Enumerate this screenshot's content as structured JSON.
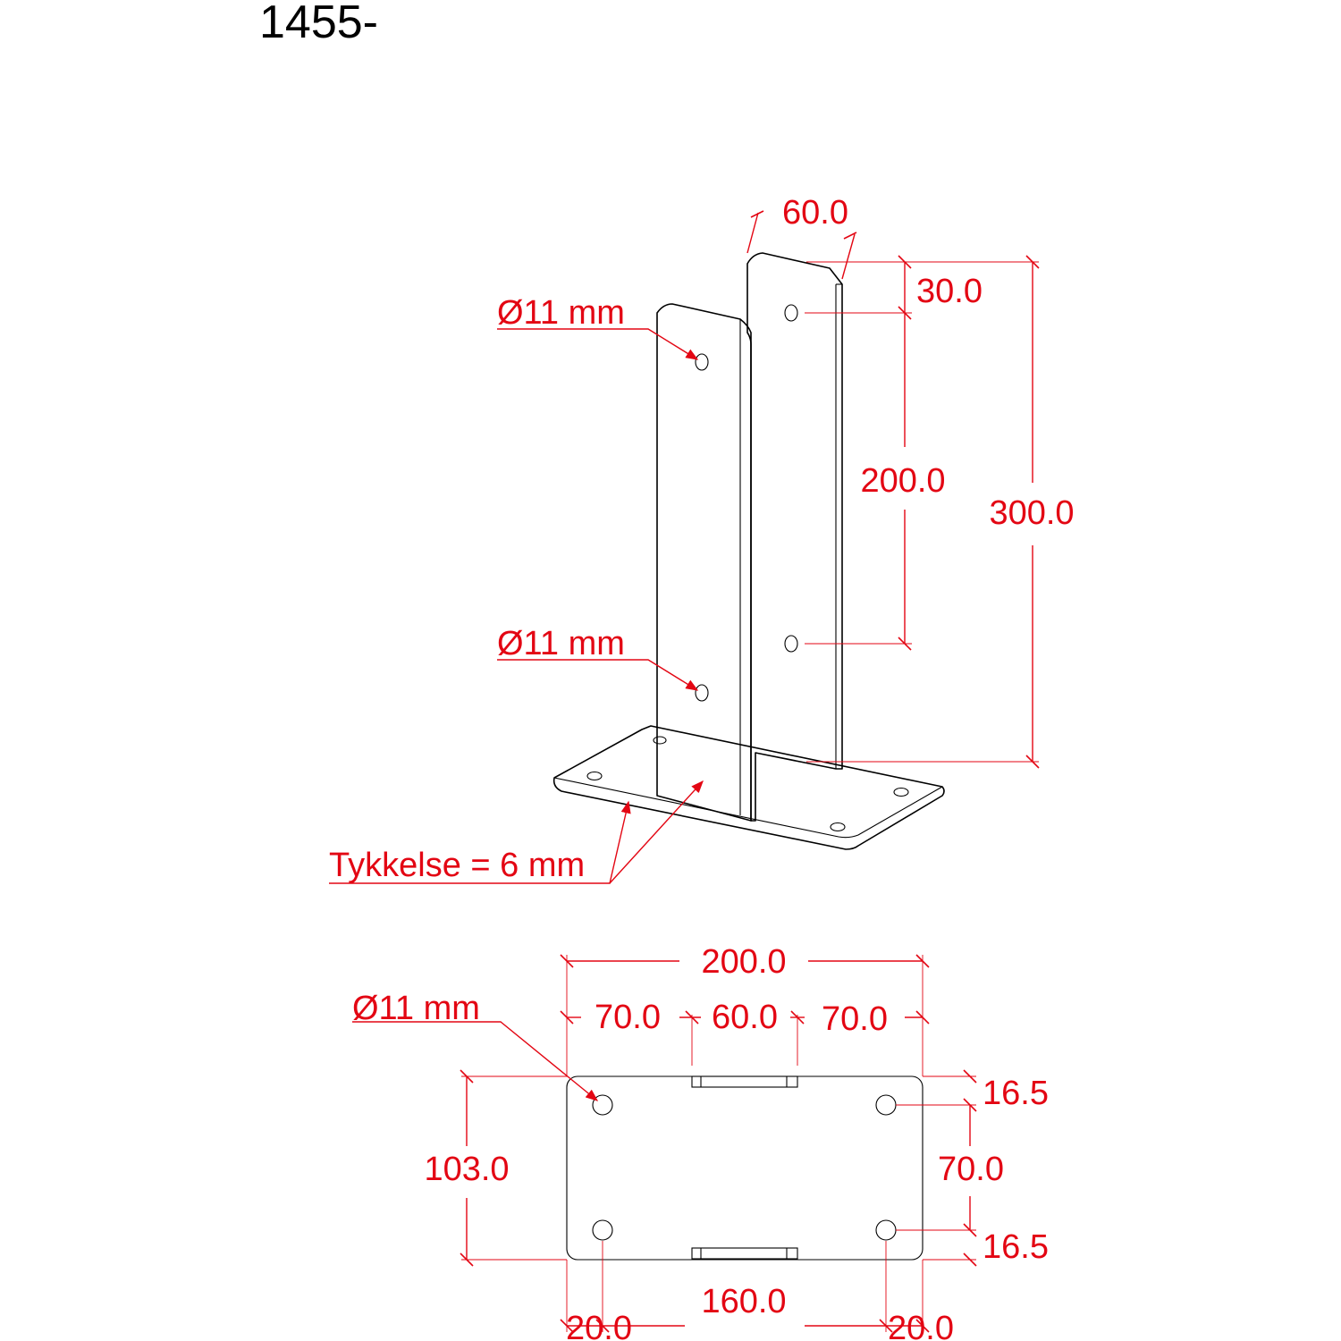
{
  "part_number": "1455-",
  "colors": {
    "outline": "#000000",
    "dimension": "#e30613"
  },
  "iso_view": {
    "dim_width": "60.0",
    "dim_top_offset": "30.0",
    "dim_hole_spacing": "200.0",
    "dim_height": "300.0",
    "hole_label_upper": "Ø11 mm",
    "hole_label_lower": "Ø11 mm",
    "thickness_label": "Tykkelse = 6 mm"
  },
  "plan_view": {
    "hole_label": "Ø11 mm",
    "dim_overall_width": "200.0",
    "dim_left_segment": "70.0",
    "dim_middle_segment": "60.0",
    "dim_right_segment": "70.0",
    "dim_overall_depth": "103.0",
    "dim_top_edge": "16.5",
    "dim_hole_depth_spacing": "70.0",
    "dim_bottom_edge": "16.5",
    "dim_hole_width_spacing": "160.0",
    "dim_left_edge": "20.0",
    "dim_right_edge": "20.0"
  }
}
